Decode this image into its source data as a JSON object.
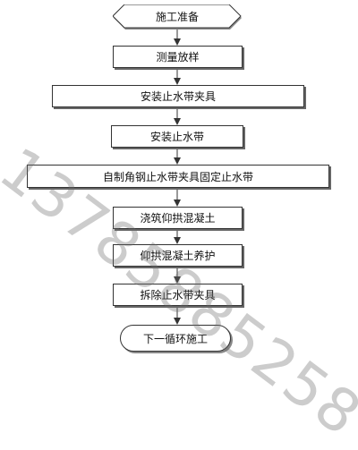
{
  "steps": {
    "start": "施工准备",
    "s1": "测量放样",
    "s2": "安装止水带夹具",
    "s3": "安装止水带",
    "s4": "自制角钢止水带夹具固定止水带",
    "s5": "浇筑仰拱混凝土",
    "s6": "仰拱混凝土养护",
    "s7": "拆除止水带夹具",
    "end": "下一循环施工"
  },
  "watermark": "13785885258",
  "colors": {
    "stroke": "#333333",
    "shadow": "#666666",
    "watermark": "#8a8a8a"
  }
}
